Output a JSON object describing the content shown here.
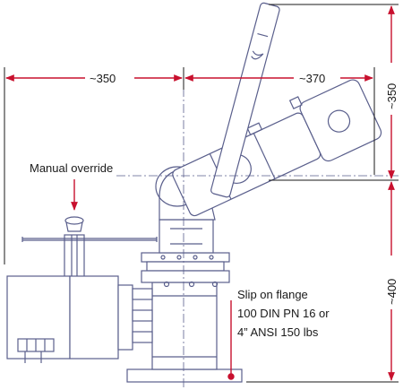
{
  "dimensions": {
    "width_left": "~350",
    "width_right": "~370",
    "height_upper": "~350",
    "height_lower": "~400"
  },
  "callouts": {
    "manual_override": "Manual override",
    "flange_line1": "Slip on flange",
    "flange_line2": "100 DIN PN 16 or",
    "flange_line3": "4” ANSI 150 lbs"
  },
  "colors": {
    "dimension": "#c8102e",
    "outline": "#5a5f8c",
    "ink": "#1a1a1a"
  }
}
